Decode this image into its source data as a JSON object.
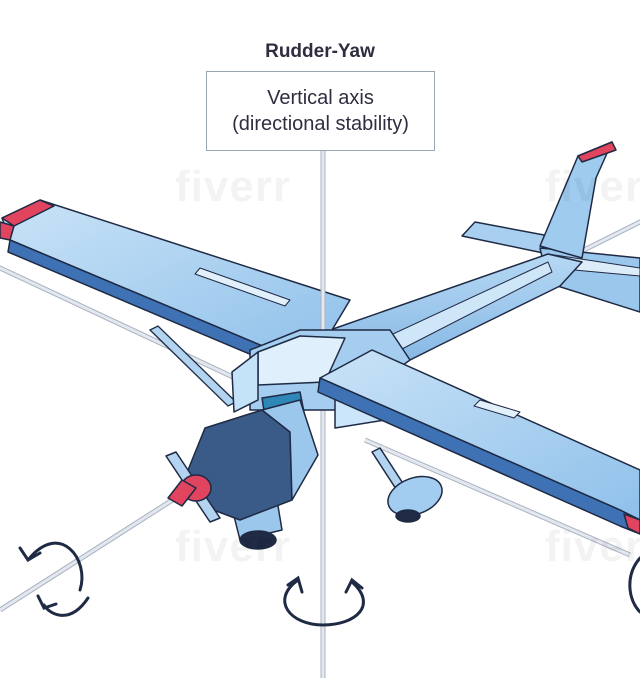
{
  "header": {
    "title": "Rudder-Yaw"
  },
  "axis_box": {
    "line1": "Vertical axis",
    "line2": "(directional stability)"
  },
  "watermark": "fiverr",
  "colors": {
    "wing_light": "#b8d8f2",
    "wing_mid": "#8ec0ea",
    "wing_dark": "#3f72b4",
    "cowling": "#3a5a88",
    "spinner": "#e0445e",
    "axis_rod": "#c6ccd8",
    "arrow": "#1f2a44",
    "outline": "#1f2a44"
  },
  "icons": [
    "rotation-arrow-icon"
  ]
}
